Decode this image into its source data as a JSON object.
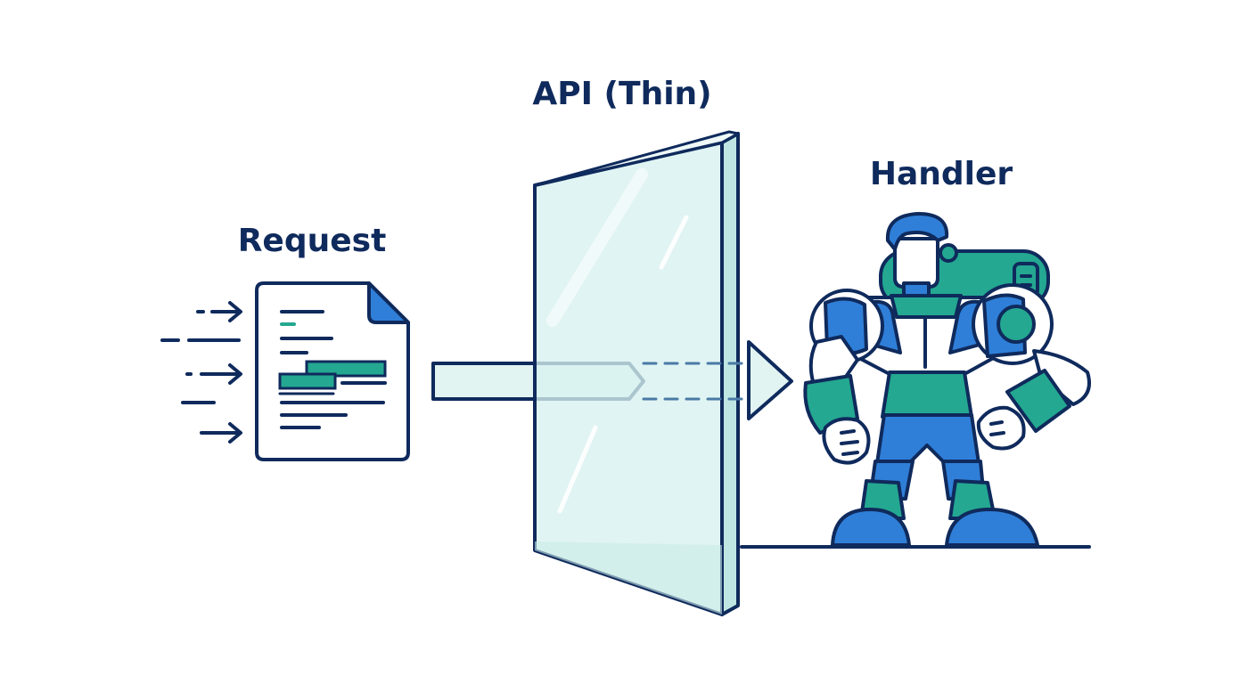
{
  "labels": {
    "request": "Request",
    "api": "API (Thin)",
    "handler": "Handler"
  },
  "colors": {
    "ink": "#0f2a5c",
    "blue": "#2f7fd8",
    "teal": "#24a891",
    "glass": "#d7f1ef",
    "glass_edge": "#bfe6e2"
  },
  "icons": {
    "request": "document-icon",
    "api": "glass-pane-icon",
    "handler": "robot-icon"
  }
}
